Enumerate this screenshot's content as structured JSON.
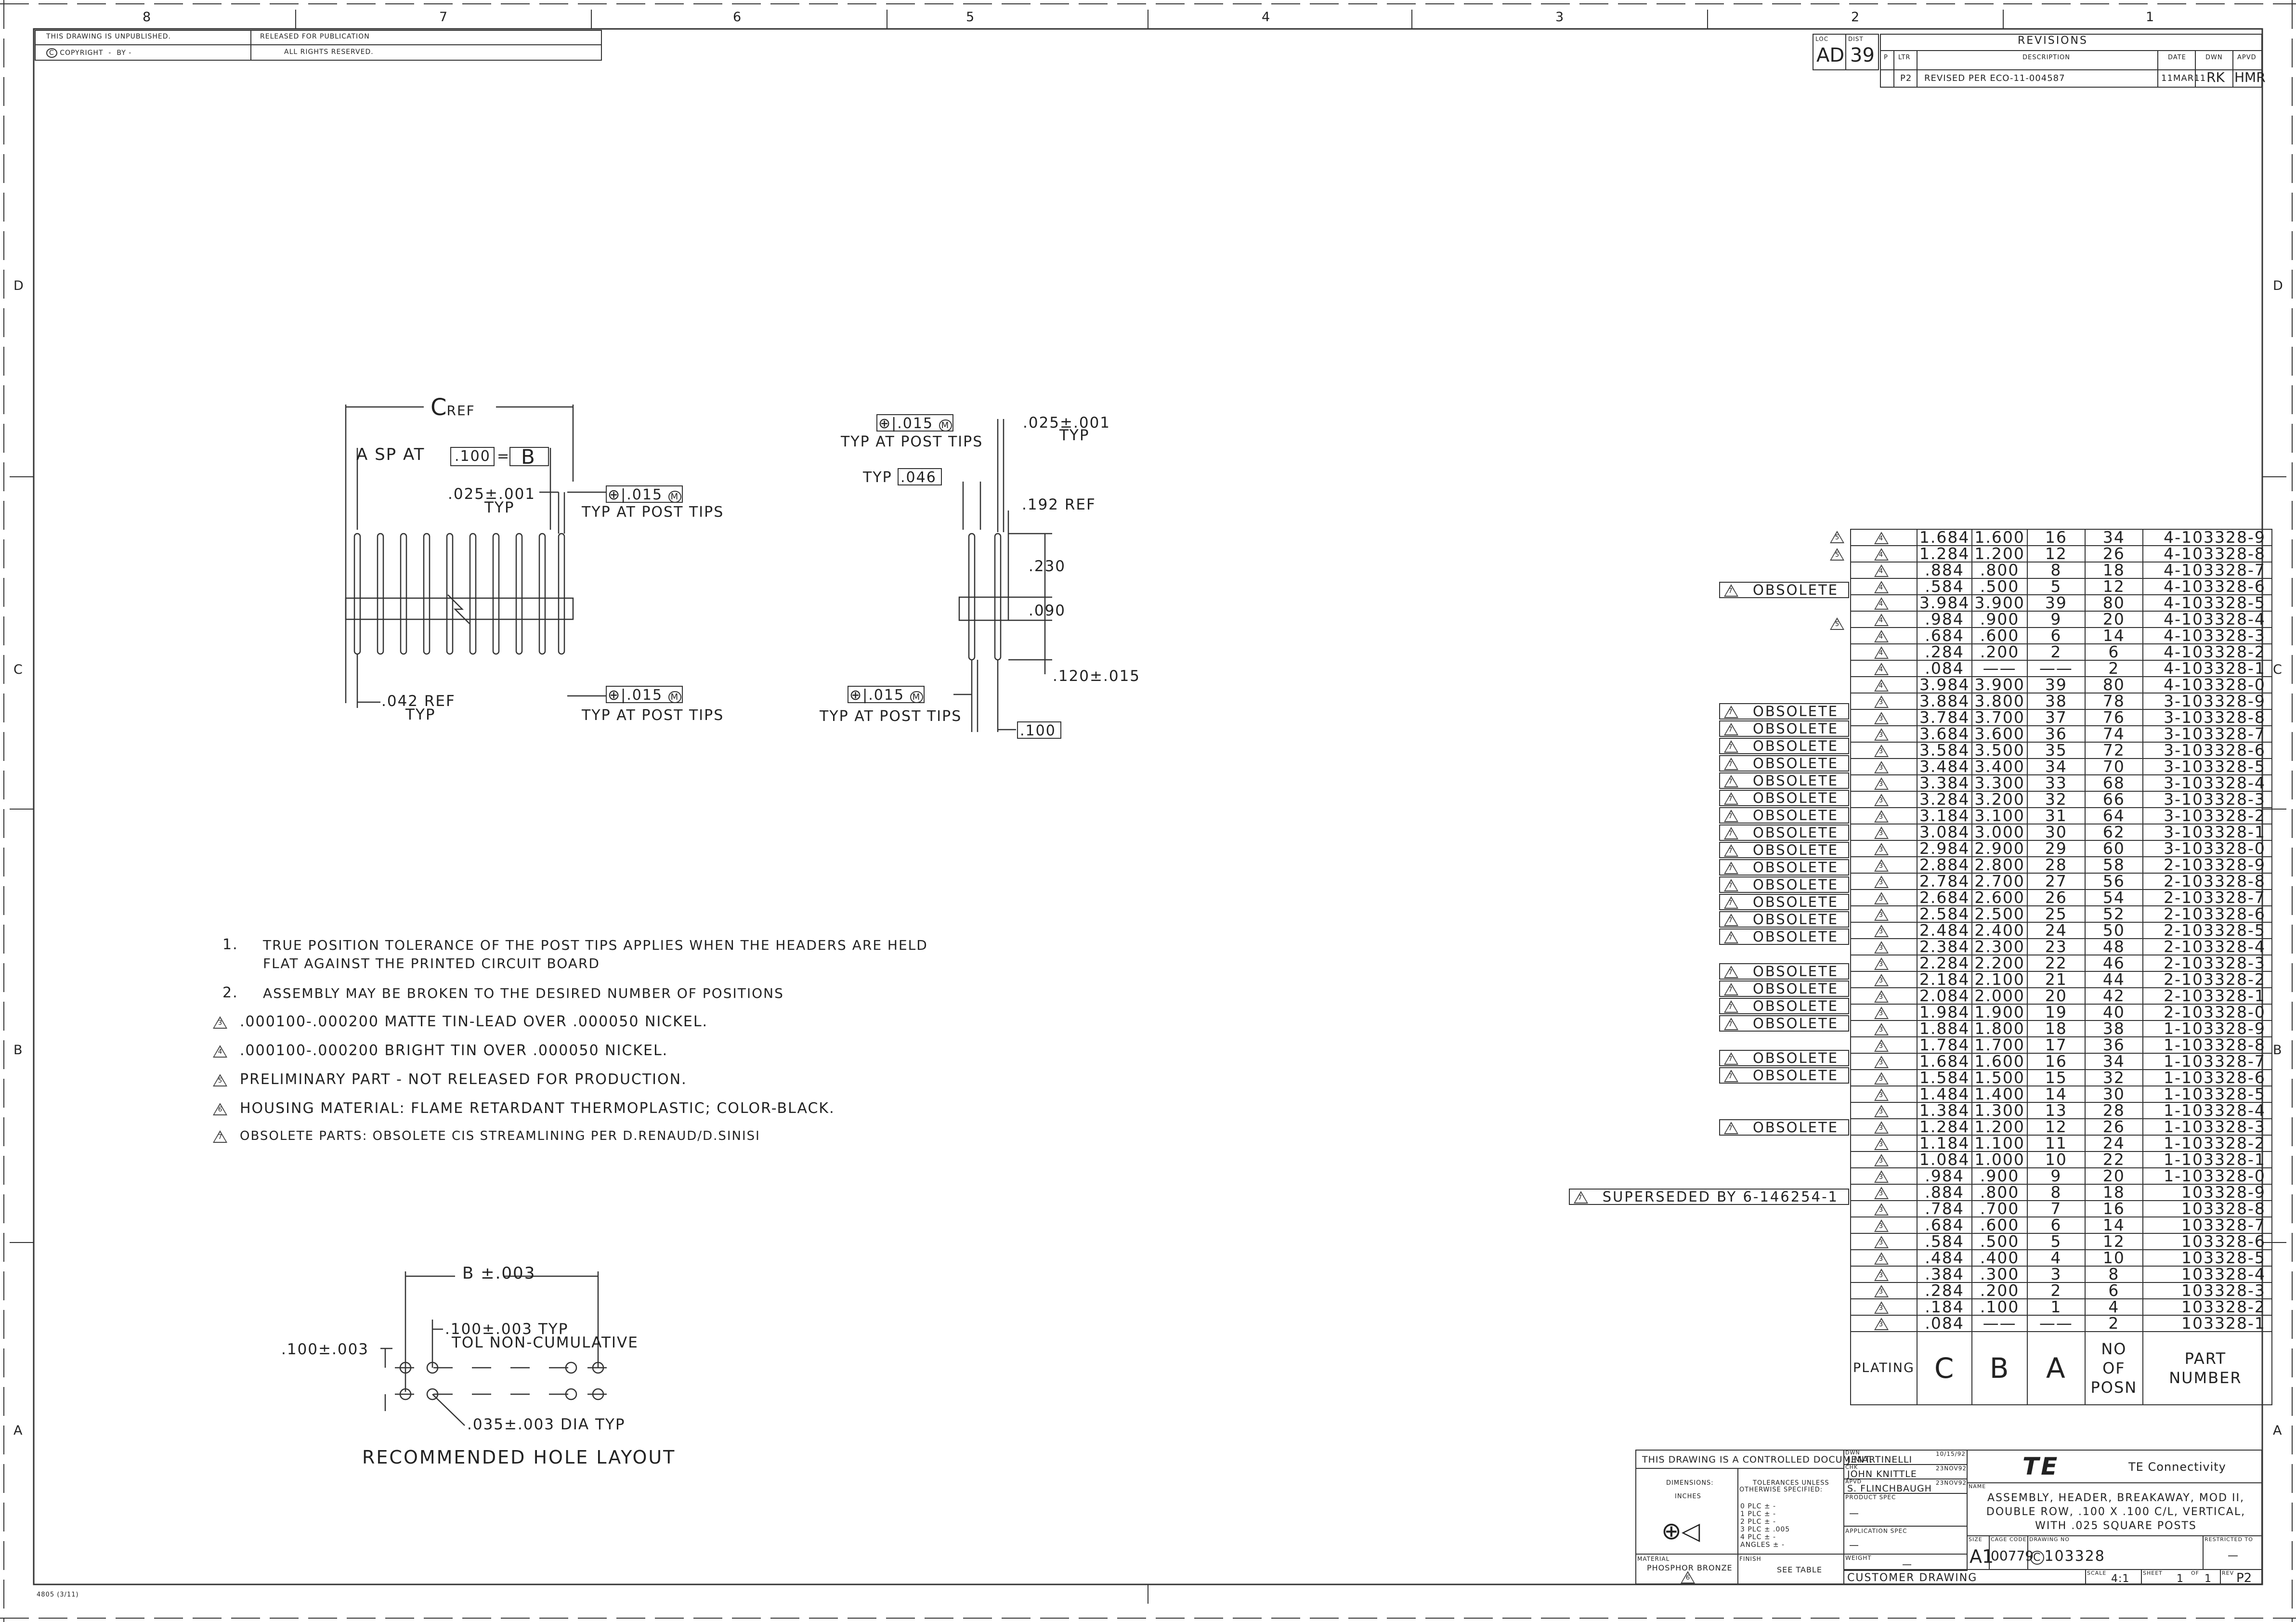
{
  "frame": {
    "top_zone_numbers": [
      "8",
      "7",
      "6",
      "5",
      "4",
      "3",
      "2",
      "1"
    ],
    "side_zone_letters": [
      "D",
      "C",
      "B",
      "A"
    ]
  },
  "header_left": {
    "unpublished": "THIS DRAWING IS UNPUBLISHED.",
    "copyright": "COPYRIGHT",
    "copyright_by": "BY",
    "released": "RELEASED FOR PUBLICATION",
    "rights": "ALL RIGHTS RESERVED."
  },
  "revisions": {
    "loc_label": "LOC",
    "loc_value": "AD",
    "dist_label": "DIST",
    "dist_value": "39",
    "title": "REVISIONS",
    "col_p": "P",
    "col_ltr": "LTR",
    "col_desc": "DESCRIPTION",
    "col_date": "DATE",
    "col_dwn": "DWN",
    "col_apvd": "APVD",
    "row": {
      "ltr": "P2",
      "desc": "REVISED PER ECO-11-004587",
      "date": "11MAR11",
      "dwn": "RK",
      "apvd": "HMR"
    }
  },
  "front_view": {
    "c_ref": "C",
    "ref": "REF",
    "a_sp_at": "A  SP AT",
    "box_pitch": ".100",
    "box_eq": "=",
    "box_b": "B",
    "post_dim": ".025±.001",
    "typ": "TYP",
    "tol_top": ".015",
    "tol_bottom": ".015",
    "typ_post_tips": "TYP AT POST TIPS",
    "ref_042": ".042 REF",
    "typ2": "TYP"
  },
  "side_view": {
    "tol_top": ".015",
    "typ_post_tips": "TYP AT POST TIPS",
    "post_dim": ".025±.001",
    "typ": "TYP",
    "typ_label": "TYP",
    "box_046": ".046",
    "ref_192": ".192 REF",
    "dim_230": ".230",
    "dim_090": ".090",
    "dim_120": ".120±.015",
    "tol_bottom": ".015",
    "typ_post_tips_bottom": "TYP AT POST TIPS",
    "box_100": ".100"
  },
  "notes": [
    {
      "num": "1.",
      "text": "TRUE POSITION TOLERANCE OF THE POST TIPS APPLIES WHEN THE HEADERS ARE HELD",
      "text2": "FLAT AGAINST THE PRINTED CIRCUIT BOARD"
    },
    {
      "num": "2.",
      "text": "ASSEMBLY MAY BE BROKEN TO THE DESIRED NUMBER OF POSITIONS"
    },
    {
      "num": "3",
      "text": ".000100-.000200 MATTE TIN-LEAD OVER .000050 NICKEL."
    },
    {
      "num": "4",
      "text": ".000100-.000200 BRIGHT TIN OVER .000050 NICKEL."
    },
    {
      "num": "5",
      "text": "PRELIMINARY PART - NOT RELEASED FOR PRODUCTION."
    },
    {
      "num": "6",
      "text": "HOUSING MATERIAL: FLAME RETARDANT THERMOPLASTIC; COLOR-BLACK."
    },
    {
      "num": "7",
      "text": "OBSOLETE PARTS: OBSOLETE CIS STREAMLINING PER D.RENAUD/D.SINISI"
    }
  ],
  "hole_layout": {
    "b_dim": "B ±.003",
    "pitch": ".100±.003 TYP",
    "tol": "TOL NON-CUMULATIVE",
    "left": ".100±.003",
    "dia": ".035±.003 DIA TYP",
    "title": "RECOMMENDED HOLE LAYOUT"
  },
  "part_table": {
    "headers": {
      "plating": "PLATING",
      "c": "C",
      "b": "B",
      "a": "A",
      "no_posn": [
        "NO",
        "OF",
        "POSN"
      ],
      "part_number": [
        "PART",
        "NUMBER"
      ]
    },
    "rows": [
      {
        "side": "5",
        "pl": "4",
        "c": "1.684",
        "b": "1.600",
        "a": "16",
        "n": "34",
        "pn": "4-103328-9"
      },
      {
        "side": "5",
        "pl": "4",
        "c": "1.284",
        "b": "1.200",
        "a": "12",
        "n": "26",
        "pn": "4-103328-8"
      },
      {
        "side": "",
        "pl": "4",
        "c": ".884",
        "b": ".800",
        "a": "8",
        "n": "18",
        "pn": "4-103328-7"
      },
      {
        "side": "OBSOLETE",
        "pl": "4",
        "c": ".584",
        "b": ".500",
        "a": "5",
        "n": "12",
        "pn": "4-103328-6"
      },
      {
        "side": "",
        "pl": "4",
        "c": "3.984",
        "b": "3.900",
        "a": "39",
        "n": "80",
        "pn": "4-103328-5"
      },
      {
        "side": "5",
        "pl": "4",
        "c": ".984",
        "b": ".900",
        "a": "9",
        "n": "20",
        "pn": "4-103328-4"
      },
      {
        "side": "",
        "pl": "4",
        "c": ".684",
        "b": ".600",
        "a": "6",
        "n": "14",
        "pn": "4-103328-3"
      },
      {
        "side": "",
        "pl": "4",
        "c": ".284",
        "b": ".200",
        "a": "2",
        "n": "6",
        "pn": "4-103328-2"
      },
      {
        "side": "",
        "pl": "4",
        "c": ".084",
        "b": "——",
        "a": "——",
        "n": "2",
        "pn": "4-103328-1"
      },
      {
        "side": "",
        "pl": "4",
        "c": "3.984",
        "b": "3.900",
        "a": "39",
        "n": "80",
        "pn": "4-103328-0"
      },
      {
        "side": "OBSOLETE",
        "pl": "3",
        "c": "3.884",
        "b": "3.800",
        "a": "38",
        "n": "78",
        "pn": "3-103328-9"
      },
      {
        "side": "OBSOLETE",
        "pl": "3",
        "c": "3.784",
        "b": "3.700",
        "a": "37",
        "n": "76",
        "pn": "3-103328-8"
      },
      {
        "side": "OBSOLETE",
        "pl": "3",
        "c": "3.684",
        "b": "3.600",
        "a": "36",
        "n": "74",
        "pn": "3-103328-7"
      },
      {
        "side": "OBSOLETE",
        "pl": "3",
        "c": "3.584",
        "b": "3.500",
        "a": "35",
        "n": "72",
        "pn": "3-103328-6"
      },
      {
        "side": "OBSOLETE",
        "pl": "3",
        "c": "3.484",
        "b": "3.400",
        "a": "34",
        "n": "70",
        "pn": "3-103328-5"
      },
      {
        "side": "OBSOLETE",
        "pl": "3",
        "c": "3.384",
        "b": "3.300",
        "a": "33",
        "n": "68",
        "pn": "3-103328-4"
      },
      {
        "side": "OBSOLETE",
        "pl": "3",
        "c": "3.284",
        "b": "3.200",
        "a": "32",
        "n": "66",
        "pn": "3-103328-3"
      },
      {
        "side": "OBSOLETE",
        "pl": "3",
        "c": "3.184",
        "b": "3.100",
        "a": "31",
        "n": "64",
        "pn": "3-103328-2"
      },
      {
        "side": "OBSOLETE",
        "pl": "3",
        "c": "3.084",
        "b": "3.000",
        "a": "30",
        "n": "62",
        "pn": "3-103328-1"
      },
      {
        "side": "OBSOLETE",
        "pl": "3",
        "c": "2.984",
        "b": "2.900",
        "a": "29",
        "n": "60",
        "pn": "3-103328-0"
      },
      {
        "side": "OBSOLETE",
        "pl": "3",
        "c": "2.884",
        "b": "2.800",
        "a": "28",
        "n": "58",
        "pn": "2-103328-9"
      },
      {
        "side": "OBSOLETE",
        "pl": "3",
        "c": "2.784",
        "b": "2.700",
        "a": "27",
        "n": "56",
        "pn": "2-103328-8"
      },
      {
        "side": "OBSOLETE",
        "pl": "3",
        "c": "2.684",
        "b": "2.600",
        "a": "26",
        "n": "54",
        "pn": "2-103328-7"
      },
      {
        "side": "OBSOLETE",
        "pl": "3",
        "c": "2.584",
        "b": "2.500",
        "a": "25",
        "n": "52",
        "pn": "2-103328-6"
      },
      {
        "side": "",
        "pl": "3",
        "c": "2.484",
        "b": "2.400",
        "a": "24",
        "n": "50",
        "pn": "2-103328-5"
      },
      {
        "side": "OBSOLETE",
        "pl": "3",
        "c": "2.384",
        "b": "2.300",
        "a": "23",
        "n": "48",
        "pn": "2-103328-4"
      },
      {
        "side": "OBSOLETE",
        "pl": "3",
        "c": "2.284",
        "b": "2.200",
        "a": "22",
        "n": "46",
        "pn": "2-103328-3"
      },
      {
        "side": "OBSOLETE",
        "pl": "3",
        "c": "2.184",
        "b": "2.100",
        "a": "21",
        "n": "44",
        "pn": "2-103328-2"
      },
      {
        "side": "OBSOLETE",
        "pl": "3",
        "c": "2.084",
        "b": "2.000",
        "a": "20",
        "n": "42",
        "pn": "2-103328-1"
      },
      {
        "side": "",
        "pl": "3",
        "c": "1.984",
        "b": "1.900",
        "a": "19",
        "n": "40",
        "pn": "2-103328-0"
      },
      {
        "side": "OBSOLETE",
        "pl": "3",
        "c": "1.884",
        "b": "1.800",
        "a": "18",
        "n": "38",
        "pn": "1-103328-9"
      },
      {
        "side": "OBSOLETE",
        "pl": "3",
        "c": "1.784",
        "b": "1.700",
        "a": "17",
        "n": "36",
        "pn": "1-103328-8"
      },
      {
        "side": "",
        "pl": "3",
        "c": "1.684",
        "b": "1.600",
        "a": "16",
        "n": "34",
        "pn": "1-103328-7"
      },
      {
        "side": "",
        "pl": "3",
        "c": "1.584",
        "b": "1.500",
        "a": "15",
        "n": "32",
        "pn": "1-103328-6"
      },
      {
        "side": "OBSOLETE",
        "pl": "3",
        "c": "1.484",
        "b": "1.400",
        "a": "14",
        "n": "30",
        "pn": "1-103328-5"
      },
      {
        "side": "",
        "pl": "3",
        "c": "1.384",
        "b": "1.300",
        "a": "13",
        "n": "28",
        "pn": "1-103328-4"
      },
      {
        "side": "",
        "pl": "3",
        "c": "1.284",
        "b": "1.200",
        "a": "12",
        "n": "26",
        "pn": "1-103328-3"
      },
      {
        "side": "",
        "pl": "3",
        "c": "1.184",
        "b": "1.100",
        "a": "11",
        "n": "24",
        "pn": "1-103328-2"
      },
      {
        "side": "SUPERSEDED BY 6-146254-1",
        "pl": "3",
        "c": "1.084",
        "b": "1.000",
        "a": "10",
        "n": "22",
        "pn": "1-103328-1"
      },
      {
        "side": "",
        "pl": "3",
        "c": ".984",
        "b": ".900",
        "a": "9",
        "n": "20",
        "pn": "1-103328-0"
      },
      {
        "side": "",
        "pl": "3",
        "c": ".884",
        "b": ".800",
        "a": "8",
        "n": "18",
        "pn": "103328-9"
      },
      {
        "side": "",
        "pl": "3",
        "c": ".784",
        "b": ".700",
        "a": "7",
        "n": "16",
        "pn": "103328-8"
      },
      {
        "side": "",
        "pl": "3",
        "c": ".684",
        "b": ".600",
        "a": "6",
        "n": "14",
        "pn": "103328-7"
      },
      {
        "side": "",
        "pl": "3",
        "c": ".584",
        "b": ".500",
        "a": "5",
        "n": "12",
        "pn": "103328-6"
      },
      {
        "side": "",
        "pl": "3",
        "c": ".484",
        "b": ".400",
        "a": "4",
        "n": "10",
        "pn": "103328-5"
      },
      {
        "side": "",
        "pl": "3",
        "c": ".384",
        "b": ".300",
        "a": "3",
        "n": "8",
        "pn": "103328-4"
      },
      {
        "side": "",
        "pl": "3",
        "c": ".284",
        "b": ".200",
        "a": "2",
        "n": "6",
        "pn": "103328-3"
      },
      {
        "side": "",
        "pl": "3",
        "c": ".184",
        "b": ".100",
        "a": "1",
        "n": "4",
        "pn": "103328-2"
      },
      {
        "side": "",
        "pl": "3",
        "c": ".084",
        "b": "——",
        "a": "——",
        "n": "2",
        "pn": "103328-1"
      }
    ]
  },
  "title_block": {
    "controlled": "THIS DRAWING IS A CONTROLLED DOCUMENT.",
    "dimensions": "DIMENSIONS:",
    "inches": "INCHES",
    "tolerances": "TOLERANCES UNLESS",
    "otherwise": "OTHERWISE SPECIFIED:",
    "tol_lines": [
      "0 PLC  ± -",
      "1 PLC  ± -",
      "2 PLC  ± -",
      "3 PLC  ± .005",
      "4 PLC  ± -",
      "ANGLES  ± -"
    ],
    "material_label": "MATERIAL",
    "material": "PHOSPHOR BRONZE",
    "finish_label": "FINISH",
    "finish": "SEE TABLE",
    "dwn_label": "DWN",
    "dwn_name": "J.MARTINELLI",
    "dwn_date": "10/15/92",
    "chk_label": "CHK",
    "chk_name": "JOHN KNITTLE",
    "chk_date": "23NOV92",
    "apvd_label": "APVD",
    "apvd_name": "S. FLINCHBAUGH",
    "apvd_date": "23NOV92",
    "product_spec": "PRODUCT SPEC",
    "application_spec": "APPLICATION SPEC",
    "dash": "—",
    "weight_label": "WEIGHT",
    "weight": "—",
    "company": "TE Connectivity",
    "logo": "TE",
    "name_label": "NAME",
    "name_lines": [
      "ASSEMBLY, HEADER, BREAKAWAY, MOD II,",
      "DOUBLE ROW, .100 X .100 C/L, VERTICAL,",
      "WITH .025 SQUARE POSTS"
    ],
    "size_label": "SIZE",
    "size": "A1",
    "cage_label": "CAGE CODE",
    "cage": "00779",
    "drawing_no_label": "DRAWING NO",
    "drawing_no": "103328",
    "restricted_label": "RESTRICTED TO",
    "restricted": "—",
    "customer_drawing": "CUSTOMER DRAWING",
    "scale_label": "SCALE",
    "scale": "4:1",
    "sheet_label": "SHEET",
    "sheet": "1",
    "of_label": "OF",
    "of": "1",
    "rev_label": "REV",
    "rev": "P2"
  },
  "form_number": "4805 (3/11)"
}
